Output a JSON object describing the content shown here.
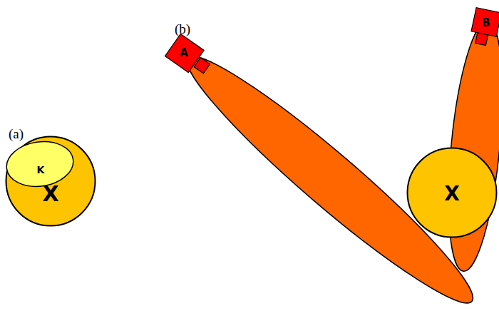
{
  "diagram": {
    "nodes": [
      {
        "text": [
          "X"
        ]
      },
      {
        "text": [
          "K"
        ],
        "in": 0
      },
      {
        "text": [
          "A"
        ]
      },
      {
        "text": [
          "B"
        ]
      },
      {
        "text": [
          "X"
        ]
      }
    ],
    "labels": [
      "(a)",
      "(b)"
    ]
  }
}
